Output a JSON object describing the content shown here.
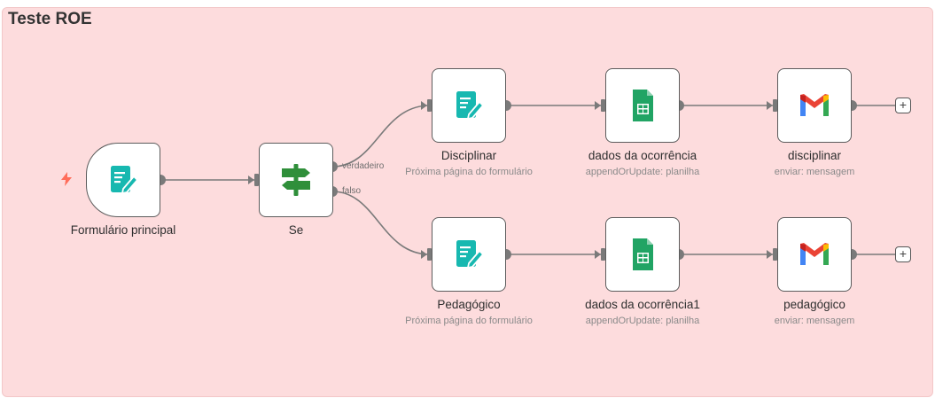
{
  "workflow": {
    "title": "Teste ROE"
  },
  "nodes": {
    "form_main": {
      "label": "Formulário principal"
    },
    "if": {
      "label": "Se",
      "true_label": "verdadeiro",
      "false_label": "falso"
    },
    "disciplinar_form": {
      "label": "Disciplinar",
      "sub": "Próxima página do formulário"
    },
    "sheet1": {
      "label": "dados da ocorrência",
      "sub": "appendOrUpdate: planilha"
    },
    "gmail1": {
      "label": "disciplinar",
      "sub": "enviar: mensagem"
    },
    "pedagogico_form": {
      "label": "Pedagógico",
      "sub": "Próxima página do formulário"
    },
    "sheet2": {
      "label": "dados da ocorrência1",
      "sub": "appendOrUpdate: planilha"
    },
    "gmail2": {
      "label": "pedagógico",
      "sub": "enviar: mensagem"
    }
  },
  "add_button": {
    "symbol": "+"
  },
  "icons": {
    "form": "form-icon",
    "if": "signpost-icon",
    "sheets": "google-sheets-icon",
    "gmail": "gmail-icon",
    "trigger": "lightning-icon"
  },
  "colors": {
    "canvas": "#fddcdd",
    "form_icon": "#17b8b0",
    "if_icon": "#2f8f3a",
    "sheets": "#21a464",
    "trigger": "#ff6d5a"
  }
}
